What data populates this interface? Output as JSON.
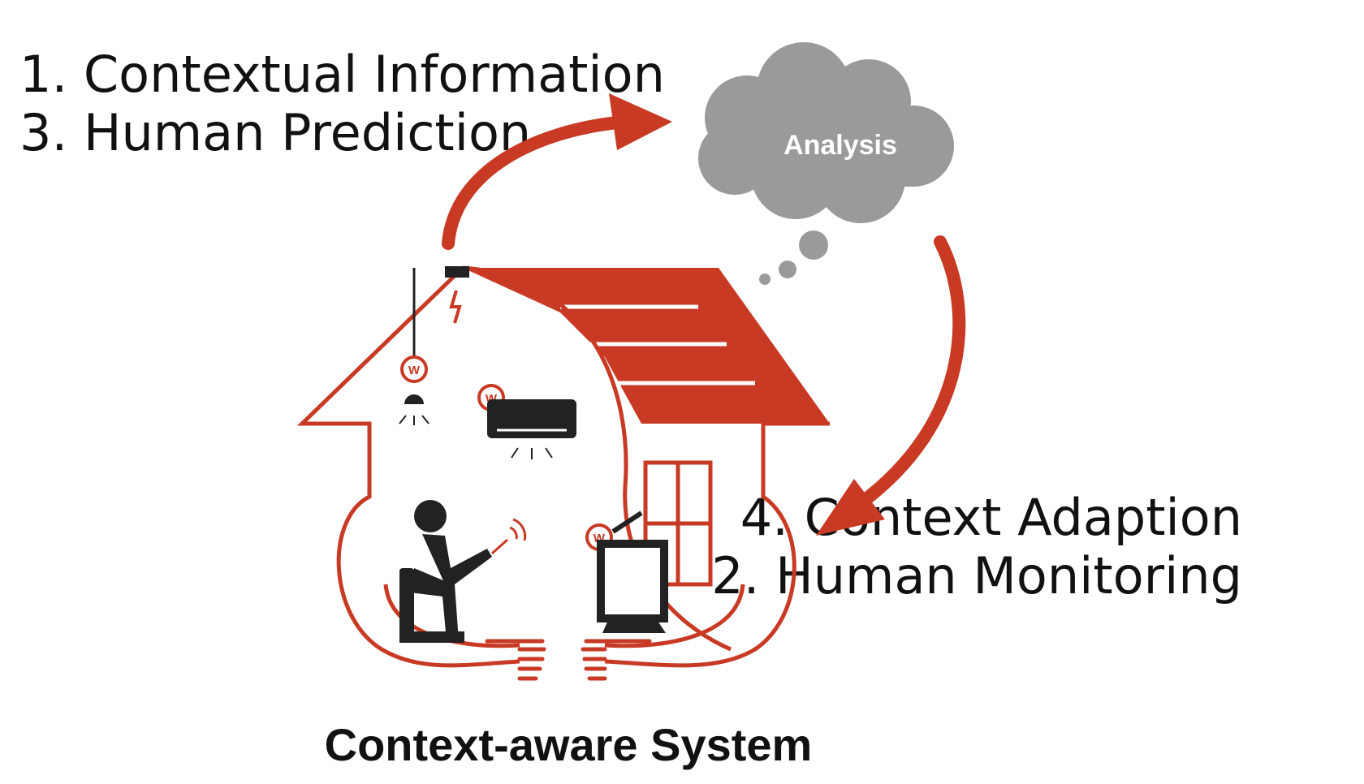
{
  "labels": {
    "left": [
      "1. Contextual Information",
      "3. Human Prediction"
    ],
    "right": [
      "4. Context Adaption",
      "2. Human Monitoring"
    ]
  },
  "cloud": {
    "text": "Analysis"
  },
  "caption": "Context-aware System",
  "sensor_badges": [
    "W",
    "W",
    "W"
  ],
  "colors": {
    "accent": "#c83a24",
    "cloud": "#9a9a9a",
    "figure": "#222222"
  }
}
